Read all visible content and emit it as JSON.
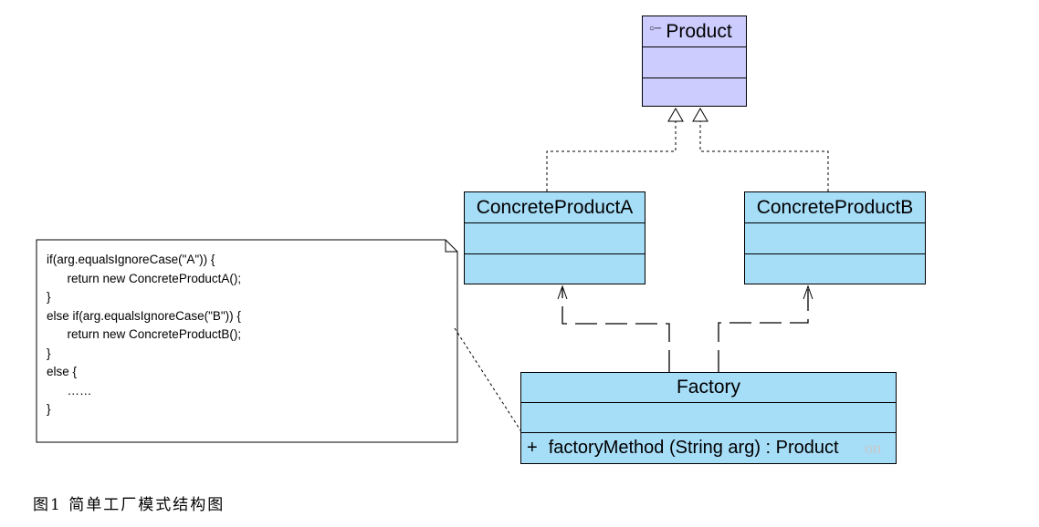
{
  "product": {
    "name": "Product",
    "icon": "interface-icon"
  },
  "concrete_product_a": {
    "name": "ConcreteProductA"
  },
  "concrete_product_b": {
    "name": "ConcreteProductB"
  },
  "factory": {
    "name": "Factory",
    "method": {
      "visibility": "+",
      "signature": "factoryMethod (String arg)  : Product"
    }
  },
  "note": {
    "code": "if(arg.equalsIgnoreCase(\"A\")) {\n      return new ConcreteProductA();\n}\nelse if(arg.equalsIgnoreCase(\"B\")) {\n      return new ConcreteProductB();\n}\nelse {\n      ……\n}"
  },
  "watermark": "on",
  "caption": "图1 简单工厂模式结构图"
}
